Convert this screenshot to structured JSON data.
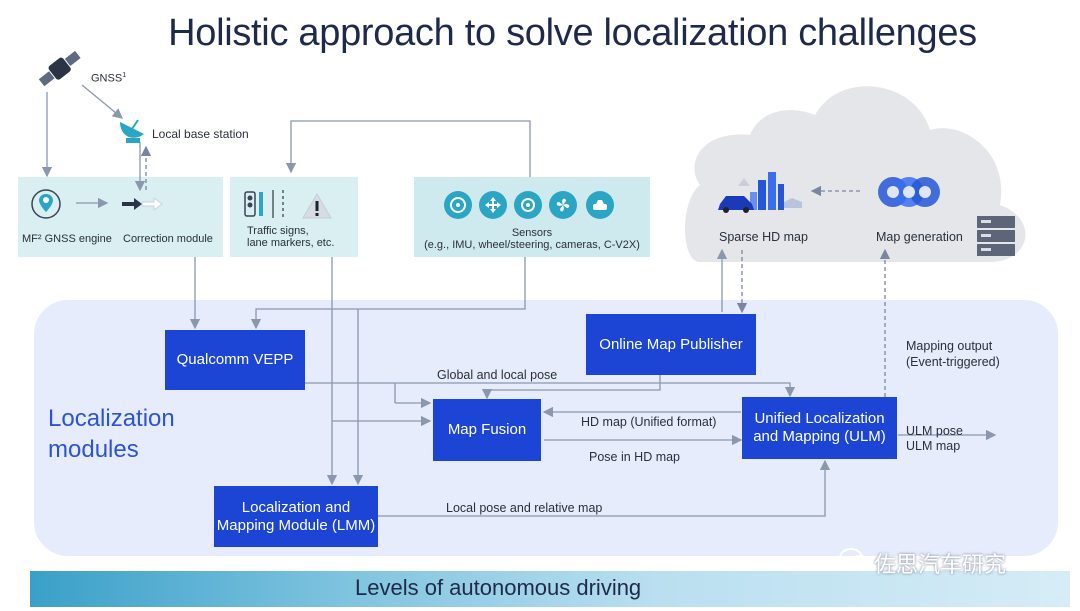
{
  "title": "Holistic approach to solve localization challenges",
  "gnss_label": "GNSS",
  "gnss_sup": "1",
  "base_station_label": "Local base station",
  "mf_engine_label": "MF² GNSS engine",
  "correction_module_label": "Correction module",
  "traffic_label_line1": "Traffic signs,",
  "traffic_label_line2": "lane markers, etc.",
  "sensors_title": "Sensors",
  "sensors_detail": "(e.g., IMU, wheel/steering, cameras, C-V2X)",
  "sparse_hd_map_label": "Sparse HD map",
  "map_generation_label": "Map generation",
  "mapping_output_line1": "Mapping output",
  "mapping_output_line2": "(Event-triggered)",
  "localization_modules_line1": "Localization",
  "localization_modules_line2": "modules",
  "boxes": {
    "vepp": "Qualcomm VEPP",
    "online_map_publisher": "Online Map Publisher",
    "map_fusion": "Map Fusion",
    "ulm_line1": "Unified Localization",
    "ulm_line2": "and Mapping (ULM)",
    "lmm_line1": "Localization and",
    "lmm_line2": "Mapping Module (LMM)"
  },
  "edge_labels": {
    "global_local_pose": "Global and local pose",
    "hd_map_unified": "HD map (Unified format)",
    "pose_in_hd_map": "Pose in HD map",
    "local_pose_relative_map": "Local pose and relative map",
    "ulm_pose": "ULM pose",
    "ulm_map": "ULM map"
  },
  "bottom_bar_label": "Levels of autonomous driving",
  "watermark": "佐思汽车研究",
  "colors": {
    "module_blue": "#1c45d6",
    "panel_bg": "#e6ecfb",
    "teal_box": "#d9eff2",
    "cloud_grey": "#e4e6ea",
    "icon_teal": "#2aa6c4",
    "title_color": "#1f2a4a"
  },
  "icons": {
    "satellite": "satellite-icon",
    "dish": "satellite-dish-icon",
    "gnss_pin": "location-pin-icon",
    "correction": "correction-icon",
    "traffic_light": "traffic-light-icon",
    "warning": "warning-sign-icon",
    "steering": "steering-wheel-icon",
    "move": "move-arrows-icon",
    "camera": "camera-icon",
    "fan": "fan-icon",
    "car": "car-icon",
    "city": "city-icon",
    "map_gen": "map-generation-icon",
    "server": "server-icon",
    "wechat": "wechat-icon"
  }
}
